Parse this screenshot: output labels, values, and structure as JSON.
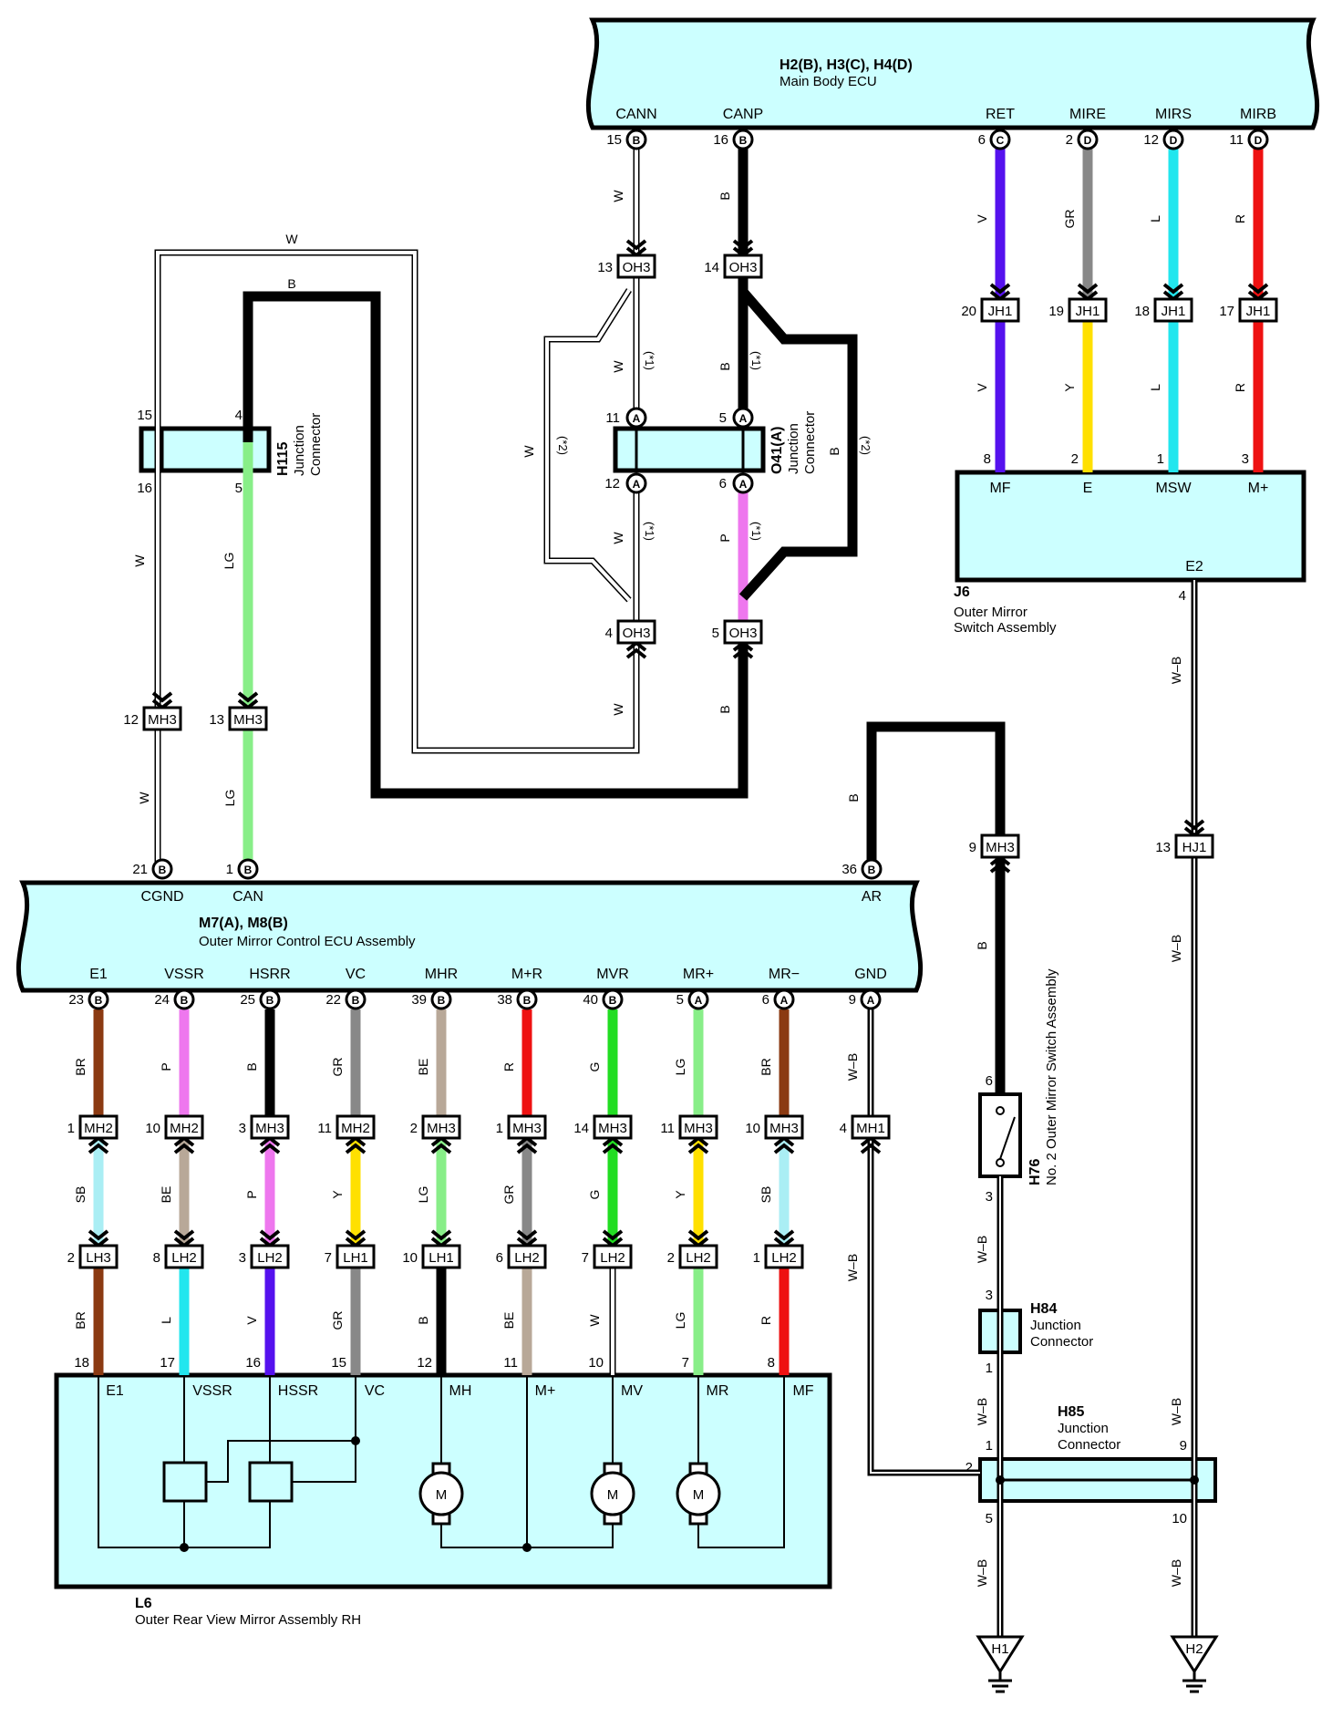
{
  "colors": {
    "component_fill": "#CCFFFF",
    "wire_W": "#FFFFFF",
    "wire_B": "#000000",
    "wire_V": "#5511EE",
    "wire_GR": "#888888",
    "wire_L": "#22E6EE",
    "wire_R": "#EE1111",
    "wire_Y": "#FFE000",
    "wire_LG": "#88EE88",
    "wire_P": "#EE77EE",
    "wire_BR": "#8B3A12",
    "wire_BE": "#B8A898",
    "wire_G": "#22DD22",
    "wire_SB": "#AAEEF4"
  },
  "components": [
    {
      "id": "main_body_ecu",
      "code": "H2(B), H3(C), H4(D)",
      "name": "Main Body ECU",
      "pins": [
        {
          "label": "CANN",
          "num": "15",
          "conn": "B"
        },
        {
          "label": "CANP",
          "num": "16",
          "conn": "B"
        },
        {
          "label": "RET",
          "num": "6",
          "conn": "C"
        },
        {
          "label": "MIRE",
          "num": "2",
          "conn": "D"
        },
        {
          "label": "MIRS",
          "num": "12",
          "conn": "D"
        },
        {
          "label": "MIRB",
          "num": "11",
          "conn": "D"
        }
      ]
    },
    {
      "id": "mirror_switch",
      "code": "J6",
      "name_lines": [
        "Outer Mirror",
        "Switch Assembly"
      ],
      "pins": [
        {
          "label": "MF",
          "num": "8"
        },
        {
          "label": "E",
          "num": "2"
        },
        {
          "label": "MSW",
          "num": "1"
        },
        {
          "label": "M+",
          "num": "3"
        },
        {
          "label": "E2",
          "num": "4"
        }
      ]
    },
    {
      "id": "mirror_ecu",
      "code": "M7(A), M8(B)",
      "name": "Outer Mirror Control ECU Assembly",
      "top_pins": [
        {
          "label": "CGND",
          "num": "21",
          "conn": "B"
        },
        {
          "label": "CAN",
          "num": "1",
          "conn": "B"
        },
        {
          "label": "AR",
          "num": "36",
          "conn": "B"
        }
      ],
      "bottom_pins": [
        {
          "label": "E1",
          "num": "23",
          "conn": "B"
        },
        {
          "label": "VSSR",
          "num": "24",
          "conn": "B"
        },
        {
          "label": "HSRR",
          "num": "25",
          "conn": "B"
        },
        {
          "label": "VC",
          "num": "22",
          "conn": "B"
        },
        {
          "label": "MHR",
          "num": "39",
          "conn": "B"
        },
        {
          "label": "M+R",
          "num": "38",
          "conn": "B"
        },
        {
          "label": "MVR",
          "num": "40",
          "conn": "B"
        },
        {
          "label": "MR+",
          "num": "5",
          "conn": "A"
        },
        {
          "label": "MR−",
          "num": "6",
          "conn": "A"
        },
        {
          "label": "GND",
          "num": "9",
          "conn": "A"
        }
      ]
    },
    {
      "id": "mirror_rh",
      "code": "L6",
      "name": "Outer Rear View Mirror Assembly RH",
      "pins": [
        {
          "label": "E1",
          "num": "18"
        },
        {
          "label": "VSSR",
          "num": "17"
        },
        {
          "label": "HSSR",
          "num": "16"
        },
        {
          "label": "VC",
          "num": "15"
        },
        {
          "label": "MH",
          "num": "12"
        },
        {
          "label": "M+",
          "num": "11"
        },
        {
          "label": "MV",
          "num": "10"
        },
        {
          "label": "MR",
          "num": "7"
        },
        {
          "label": "MF",
          "num": "8"
        }
      ],
      "motor_label": "M"
    },
    {
      "id": "h115",
      "code": "H115",
      "name_lines": [
        "Junction",
        "Connector"
      ],
      "pins": [
        "15",
        "4",
        "16",
        "5"
      ]
    },
    {
      "id": "o41",
      "code": "O41(A)",
      "name_lines": [
        "Junction",
        "Connector"
      ],
      "pins": [
        "11",
        "5",
        "12",
        "6"
      ],
      "conn": "A"
    },
    {
      "id": "h76",
      "code": "H76",
      "name": "No. 2 Outer Mirror Switch Assembly",
      "pins": [
        "6",
        "3"
      ]
    },
    {
      "id": "h84",
      "code": "H84",
      "name_lines": [
        "Junction",
        "Connector"
      ],
      "pins": [
        "3",
        "1"
      ]
    },
    {
      "id": "h85",
      "code": "H85",
      "name_lines": [
        "Junction",
        "Connector"
      ],
      "pins": [
        "2",
        "1",
        "9",
        "5",
        "10"
      ]
    }
  ],
  "inline_connectors": [
    {
      "id": "oh3_13",
      "name": "OH3",
      "num": "13"
    },
    {
      "id": "oh3_14",
      "name": "OH3",
      "num": "14"
    },
    {
      "id": "oh3_4",
      "name": "OH3",
      "num": "4"
    },
    {
      "id": "oh3_5",
      "name": "OH3",
      "num": "5"
    },
    {
      "id": "jh1_20",
      "name": "JH1",
      "num": "20"
    },
    {
      "id": "jh1_19",
      "name": "JH1",
      "num": "19"
    },
    {
      "id": "jh1_18",
      "name": "JH1",
      "num": "18"
    },
    {
      "id": "jh1_17",
      "name": "JH1",
      "num": "17"
    },
    {
      "id": "mh3_12",
      "name": "MH3",
      "num": "12"
    },
    {
      "id": "mh3_13",
      "name": "MH3",
      "num": "13"
    },
    {
      "id": "mh3_9",
      "name": "MH3",
      "num": "9"
    },
    {
      "id": "hj1_13",
      "name": "HJ1",
      "num": "13"
    },
    {
      "id": "mh2_1",
      "name": "MH2",
      "num": "1"
    },
    {
      "id": "mh2_10",
      "name": "MH2",
      "num": "10"
    },
    {
      "id": "mh3_3",
      "name": "MH3",
      "num": "3"
    },
    {
      "id": "mh2_11",
      "name": "MH2",
      "num": "11"
    },
    {
      "id": "mh3_2",
      "name": "MH3",
      "num": "2"
    },
    {
      "id": "mh3_1",
      "name": "MH3",
      "num": "1"
    },
    {
      "id": "mh3_14",
      "name": "MH3",
      "num": "14"
    },
    {
      "id": "mh3_11",
      "name": "MH3",
      "num": "11"
    },
    {
      "id": "mh3_10",
      "name": "MH3",
      "num": "10"
    },
    {
      "id": "mh1_4",
      "name": "MH1",
      "num": "4"
    },
    {
      "id": "lh3_2",
      "name": "LH3",
      "num": "2"
    },
    {
      "id": "lh2_8",
      "name": "LH2",
      "num": "8"
    },
    {
      "id": "lh2_3",
      "name": "LH2",
      "num": "3"
    },
    {
      "id": "lh1_7",
      "name": "LH1",
      "num": "7"
    },
    {
      "id": "lh1_10",
      "name": "LH1",
      "num": "10"
    },
    {
      "id": "lh2_6",
      "name": "LH2",
      "num": "6"
    },
    {
      "id": "lh2_7",
      "name": "LH2",
      "num": "7"
    },
    {
      "id": "lh2_2",
      "name": "LH2",
      "num": "2"
    },
    {
      "id": "lh2_1",
      "name": "LH2",
      "num": "1"
    }
  ],
  "grounds": [
    {
      "name": "H1"
    },
    {
      "name": "H2"
    }
  ],
  "wire_labels": {
    "cann_top": "W",
    "canp_top": "B",
    "ret": "V",
    "mire_top": "GR",
    "mirs": "L",
    "mirb": "R",
    "mf": "V",
    "e": "Y",
    "msw": "L",
    "mplus": "R",
    "w_loop": "W",
    "b_loop": "B",
    "h115_w": "W",
    "h115_lg": "LG",
    "o41_w_upper": "W",
    "o41_b_upper": "B",
    "o41_w_lower": "W",
    "o41_p_lower": "P",
    "oh3_w_bypass": "W",
    "oh3_b_bypass": "B",
    "oh3_w_bottom": "W",
    "oh3_b_bottom": "B",
    "mh3_w": "W",
    "mh3_lg": "LG",
    "ar": "B",
    "mh3_9": "B",
    "e2": "W–B",
    "hj1": "W–B",
    "ecu_bottom": [
      "BR",
      "P",
      "B",
      "GR",
      "BE",
      "R",
      "G",
      "LG",
      "BR",
      "W–B"
    ],
    "mid": [
      "SB",
      "BE",
      "P",
      "Y",
      "LG",
      "GR",
      "G",
      "Y",
      "SB"
    ],
    "lower": [
      "BR",
      "L",
      "V",
      "GR",
      "B",
      "BE",
      "W",
      "LG",
      "R"
    ],
    "mh1": "W–B",
    "h76_h84": "W–B",
    "h84_h85": "W–B",
    "hj1_h85": "W–B",
    "h85_h1": "W–B",
    "h85_h2": "W–B"
  },
  "notes": {
    "star1": "(*1)",
    "star2": "(*2)"
  }
}
